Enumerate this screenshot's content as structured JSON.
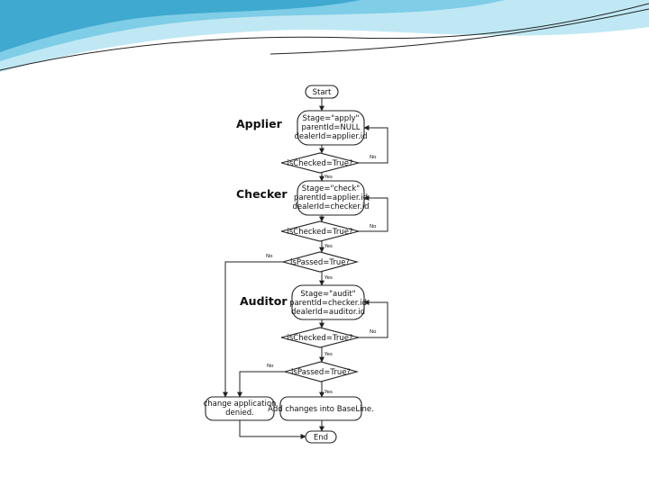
{
  "colors": {
    "wave_light": "#bfe8f4",
    "wave_mid": "#7fcde6",
    "wave_dark": "#3fa9cf",
    "line": "#222222"
  },
  "lanes": {
    "applier": "Applier",
    "checker": "Checker",
    "auditor": "Auditor"
  },
  "nodes": {
    "start": "Start",
    "applier_box": [
      "Stage=\"apply\"",
      "parentId=NULL",
      "dealerId=applier.id"
    ],
    "checked1": "isChecked=True?",
    "checker_box": [
      "Stage=\"check\"",
      "parentId=applier.id",
      "dealerId=checker.id"
    ],
    "checked2": "isChecked=True?",
    "passed1": "isPassed=True?",
    "auditor_box": [
      "Stage=\"audit\"",
      "parentId=checker.id",
      "dealerId=auditor.id"
    ],
    "checked3": "isChecked=True?",
    "passed2": "isPassed=True?",
    "denied_box": [
      "change application",
      "denied."
    ],
    "baseline_box": "Add changes into BaseLine.",
    "end": "End"
  },
  "edge_labels": {
    "yes": "Yes",
    "no": "No"
  }
}
